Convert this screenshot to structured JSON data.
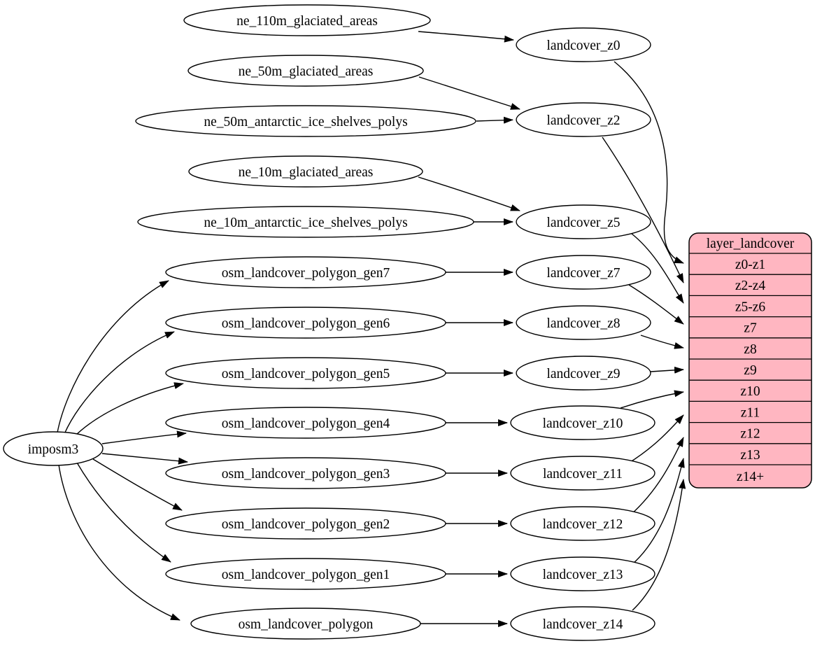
{
  "diagram": {
    "kind": "etl-dependency-graph",
    "colors": {
      "background": "#ffffff",
      "node_fill": "#ffffff",
      "node_stroke": "#000000",
      "edge_color": "#000000",
      "layer_table_fill": "#ffb6c1",
      "text_color": "#000000"
    },
    "root": {
      "label": "imposm3"
    },
    "sources": [
      "ne_110m_glaciated_areas",
      "ne_50m_glaciated_areas",
      "ne_50m_antarctic_ice_shelves_polys",
      "ne_10m_glaciated_areas",
      "ne_10m_antarctic_ice_shelves_polys",
      "osm_landcover_polygon_gen7",
      "osm_landcover_polygon_gen6",
      "osm_landcover_polygon_gen5",
      "osm_landcover_polygon_gen4",
      "osm_landcover_polygon_gen3",
      "osm_landcover_polygon_gen2",
      "osm_landcover_polygon_gen1",
      "osm_landcover_polygon"
    ],
    "views": [
      "landcover_z0",
      "landcover_z2",
      "landcover_z5",
      "landcover_z7",
      "landcover_z8",
      "landcover_z9",
      "landcover_z10",
      "landcover_z11",
      "landcover_z12",
      "landcover_z13",
      "landcover_z14"
    ],
    "layer_table": {
      "title": "layer_landcover",
      "rows": [
        "z0-z1",
        "z2-z4",
        "z5-z6",
        "z7",
        "z8",
        "z9",
        "z10",
        "z11",
        "z12",
        "z13",
        "z14+"
      ]
    },
    "edges": [
      {
        "from": "ne_110m_glaciated_areas",
        "to": "landcover_z0"
      },
      {
        "from": "ne_50m_glaciated_areas",
        "to": "landcover_z2"
      },
      {
        "from": "ne_50m_antarctic_ice_shelves_polys",
        "to": "landcover_z2"
      },
      {
        "from": "ne_10m_glaciated_areas",
        "to": "landcover_z5"
      },
      {
        "from": "ne_10m_antarctic_ice_shelves_polys",
        "to": "landcover_z5"
      },
      {
        "from": "imposm3",
        "to": "osm_landcover_polygon_gen7"
      },
      {
        "from": "imposm3",
        "to": "osm_landcover_polygon_gen6"
      },
      {
        "from": "imposm3",
        "to": "osm_landcover_polygon_gen5"
      },
      {
        "from": "imposm3",
        "to": "osm_landcover_polygon_gen4"
      },
      {
        "from": "imposm3",
        "to": "osm_landcover_polygon_gen3"
      },
      {
        "from": "imposm3",
        "to": "osm_landcover_polygon_gen2"
      },
      {
        "from": "imposm3",
        "to": "osm_landcover_polygon_gen1"
      },
      {
        "from": "imposm3",
        "to": "osm_landcover_polygon"
      },
      {
        "from": "osm_landcover_polygon_gen7",
        "to": "landcover_z7"
      },
      {
        "from": "osm_landcover_polygon_gen6",
        "to": "landcover_z8"
      },
      {
        "from": "osm_landcover_polygon_gen5",
        "to": "landcover_z9"
      },
      {
        "from": "osm_landcover_polygon_gen4",
        "to": "landcover_z10"
      },
      {
        "from": "osm_landcover_polygon_gen3",
        "to": "landcover_z11"
      },
      {
        "from": "osm_landcover_polygon_gen2",
        "to": "landcover_z12"
      },
      {
        "from": "osm_landcover_polygon_gen1",
        "to": "landcover_z13"
      },
      {
        "from": "osm_landcover_polygon",
        "to": "landcover_z14"
      },
      {
        "from": "landcover_z0",
        "to": "layer_landcover:z0-z1"
      },
      {
        "from": "landcover_z2",
        "to": "layer_landcover:z2-z4"
      },
      {
        "from": "landcover_z5",
        "to": "layer_landcover:z5-z6"
      },
      {
        "from": "landcover_z7",
        "to": "layer_landcover:z7"
      },
      {
        "from": "landcover_z8",
        "to": "layer_landcover:z8"
      },
      {
        "from": "landcover_z9",
        "to": "layer_landcover:z9"
      },
      {
        "from": "landcover_z10",
        "to": "layer_landcover:z10"
      },
      {
        "from": "landcover_z11",
        "to": "layer_landcover:z11"
      },
      {
        "from": "landcover_z12",
        "to": "layer_landcover:z12"
      },
      {
        "from": "landcover_z13",
        "to": "layer_landcover:z13"
      },
      {
        "from": "landcover_z14",
        "to": "layer_landcover:z14+"
      }
    ]
  }
}
